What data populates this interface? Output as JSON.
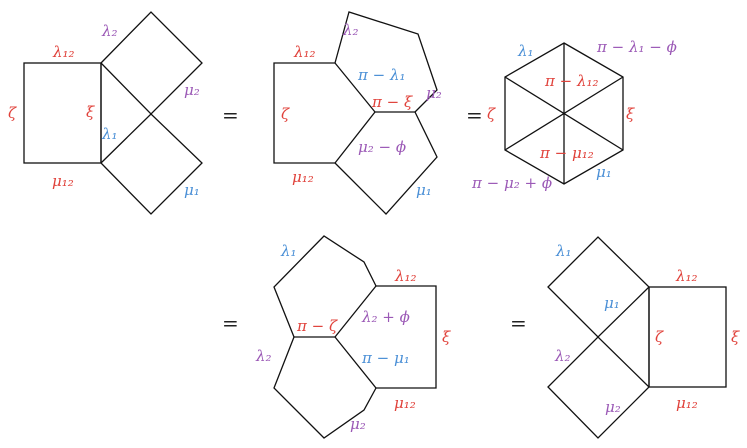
{
  "colors": {
    "red": "#e0413a",
    "purple": "#9b59b6",
    "blue": "#4a8fd6",
    "fill_blue": "#b3dcf0",
    "fill_green": "#cfe4cc",
    "fill_yellow": "#fcefc4"
  },
  "equals": "=",
  "labels": {
    "zeta": "ζ",
    "xi": "ξ",
    "lambda1": "λ₁",
    "lambda2": "λ₂",
    "lambda12": "λ₁₂",
    "mu1": "μ₁",
    "mu2": "μ₂",
    "mu12": "μ₁₂",
    "pi_minus_lambda1": "π − λ₁",
    "pi_minus_xi": "π − ξ",
    "mu2_minus_phi": "μ₂ − ϕ",
    "pi_minus_lambda1_minus_phi": "π − λ₁ − ϕ",
    "pi_minus_lambda12": "π − λ₁₂",
    "pi_minus_mu12": "π − μ₁₂",
    "pi_minus_mu2_plus_phi": "π − μ₂ + ϕ",
    "pi_minus_zeta": "π − ζ",
    "lambda2_plus_phi": "λ₂ + ϕ",
    "pi_minus_mu1": "π − μ₁"
  }
}
